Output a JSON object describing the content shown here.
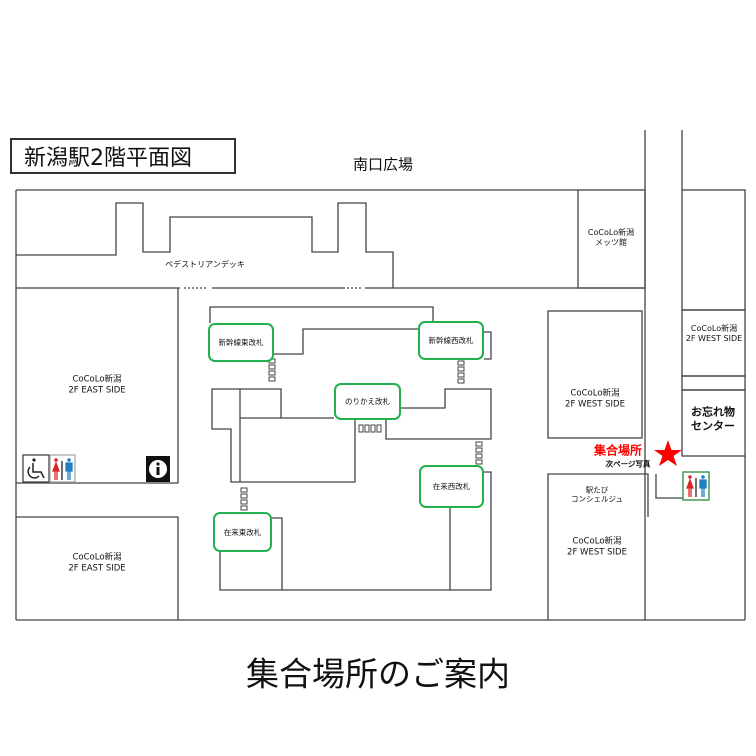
{
  "map_title": "新潟駅2階平面図",
  "south_plaza": "南口広場",
  "pedestrian_deck": "ペデストリアンデッキ",
  "areas": {
    "mets": [
      "CoCoLo新潟",
      "メッツ館"
    ],
    "east_upper": [
      "CoCoLo新潟",
      "2F  EAST SIDE"
    ],
    "east_lower": [
      "CoCoLo新潟",
      "2F  EAST SIDE"
    ],
    "west_center": [
      "CoCoLo新潟",
      "2F WEST SIDE"
    ],
    "west_right": [
      "CoCoLo新潟",
      "2F WEST SIDE"
    ],
    "west_bottom": [
      "CoCoLo新潟",
      "2F WEST SIDE"
    ],
    "ekitabi": [
      "駅たび",
      "コンシェルジュ"
    ],
    "lost_found": [
      "お忘れ物",
      "センター"
    ]
  },
  "gates": {
    "shinkansen_east": "新幹線東改札",
    "shinkansen_west": "新幹線西改札",
    "transfer": "のりかえ改札",
    "zairai_west": "在来西改札",
    "zairai_east": "在来東改札"
  },
  "meeting_point": {
    "label": "集合場所",
    "note": "次ページ写真",
    "color": "#ff0000"
  },
  "footer_title": "集合場所のご案内",
  "colors": {
    "gate_border": "#22b14c",
    "female": "#d9262c",
    "male": "#1f7fc4"
  }
}
